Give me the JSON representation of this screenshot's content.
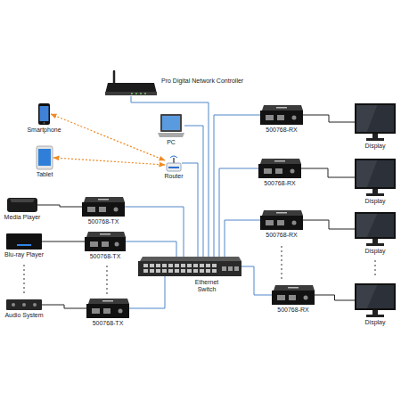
{
  "diagram": {
    "nodes": [
      {
        "text": [
          "Pro Digital Network Controller"
        ]
      },
      {
        "text": [
          "Smartphone"
        ]
      },
      {
        "text": [
          "PC"
        ]
      },
      {
        "text": [
          "Tablet"
        ]
      },
      {
        "text": [
          "Router"
        ]
      },
      {
        "text": [
          "500768-RX"
        ]
      },
      {
        "text": [
          "Display"
        ]
      },
      {
        "text": [
          "500768-RX"
        ]
      },
      {
        "text": [
          "Display"
        ]
      },
      {
        "text": [
          "Media Player"
        ]
      },
      {
        "text": [
          "500768-TX"
        ]
      },
      {
        "text": [
          "500768-RX"
        ]
      },
      {
        "text": [
          "Display"
        ]
      },
      {
        "text": [
          "Blu-ray Player"
        ]
      },
      {
        "text": [
          "500768-TX"
        ]
      },
      {
        "text": [
          "Ethernet Switch"
        ]
      },
      {
        "text": [
          "Audio System"
        ]
      },
      {
        "text": [
          "500768-TX"
        ]
      },
      {
        "text": [
          "500768-RX"
        ]
      },
      {
        "text": [
          "Display"
        ]
      }
    ],
    "edges": [
      {
        "from": 0,
        "to": 15,
        "arrow": "none"
      },
      {
        "from": 2,
        "to": 15,
        "arrow": "none"
      },
      {
        "from": 4,
        "to": 15,
        "arrow": "none"
      },
      {
        "from": 1,
        "to": 4,
        "arrow": "both"
      },
      {
        "from": 3,
        "to": 4,
        "arrow": "both"
      },
      {
        "from": 9,
        "to": 10,
        "arrow": "none"
      },
      {
        "from": 13,
        "to": 14,
        "arrow": "none"
      },
      {
        "from": 16,
        "to": 17,
        "arrow": "none"
      },
      {
        "from": 10,
        "to": 15,
        "arrow": "none"
      },
      {
        "from": 14,
        "to": 15,
        "arrow": "none"
      },
      {
        "from": 17,
        "to": 15,
        "arrow": "none"
      },
      {
        "from": 15,
        "to": 5,
        "arrow": "none"
      },
      {
        "from": 15,
        "to": 7,
        "arrow": "none"
      },
      {
        "from": 15,
        "to": 11,
        "arrow": "none"
      },
      {
        "from": 15,
        "to": 18,
        "arrow": "none"
      },
      {
        "from": 5,
        "to": 6,
        "arrow": "none"
      },
      {
        "from": 7,
        "to": 8,
        "arrow": "none"
      },
      {
        "from": 11,
        "to": 12,
        "arrow": "none"
      },
      {
        "from": 18,
        "to": 19,
        "arrow": "none"
      }
    ]
  }
}
